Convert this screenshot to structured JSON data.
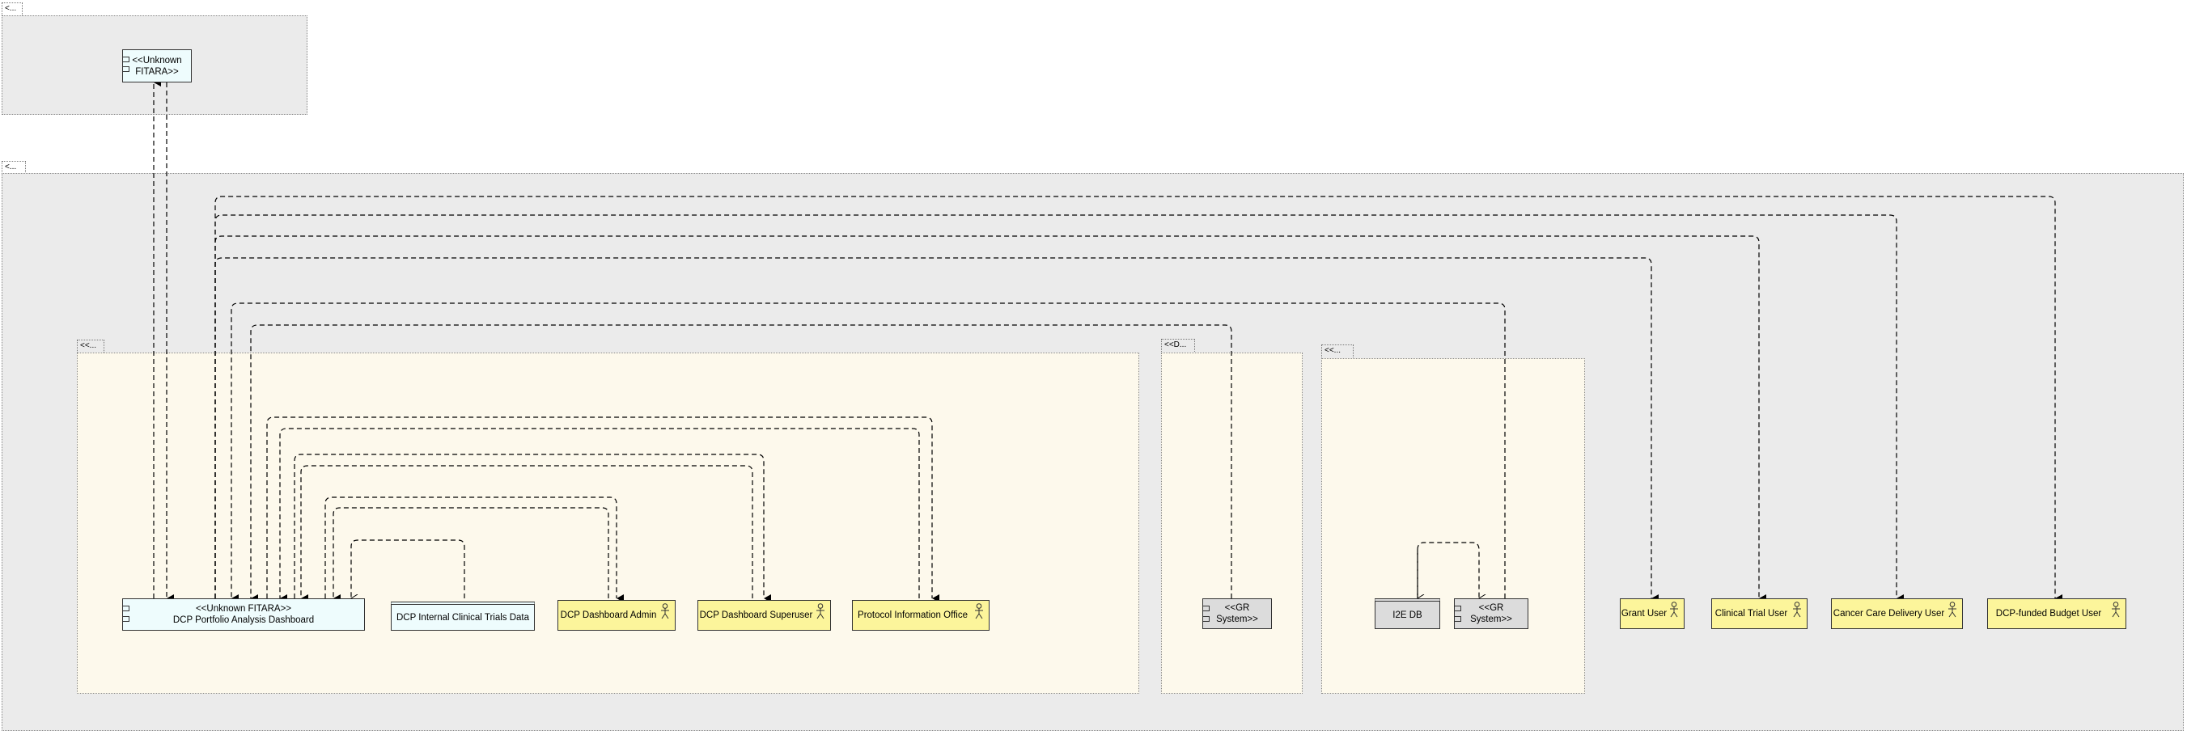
{
  "packages": {
    "top_tab": "<...",
    "main_tab": "<...",
    "sub_left_tab": "<<...",
    "sub_mid_tab": "<<D...",
    "sub_right_tab": "<<..."
  },
  "nodes": {
    "fitara_line1": "<<Unknown",
    "fitara_line2": "FITARA>>",
    "dashboard_line1": "<<Unknown FITARA>>",
    "dashboard_line2": "DCP Portfolio Analysis Dashboard",
    "internal_data": "DCP Internal Clinical Trials Data",
    "dashboard_admin": "DCP Dashboard Admin",
    "dashboard_superuser": "DCP Dashboard Superuser",
    "protocol_office": "Protocol Information Office",
    "gr_system_mid_line1": "<<GR",
    "gr_system_mid_line2": "System>>",
    "i2e_db": "I2E DB",
    "gr_system_right_line1": "<<GR",
    "gr_system_right_line2": "System>>",
    "grant_user": "Grant User",
    "clinical_trial_user": "Clinical Trial User",
    "cancer_care_user": "Cancer Care Delivery User",
    "budget_user": "DCP-funded Budget User"
  },
  "colors": {
    "package_gray": "#ebebeb",
    "package_cream": "#fdf9ec",
    "component_fill": "#eefcfd",
    "actor_fill": "#fcf59b",
    "system_fill": "#dcdcdc"
  },
  "icons": [
    "component-icon",
    "actor-icon"
  ]
}
